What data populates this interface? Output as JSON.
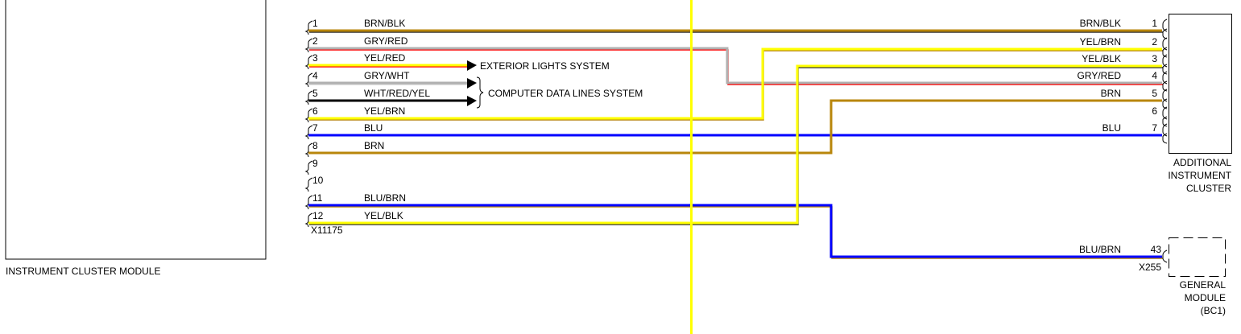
{
  "modules": {
    "instrument_cluster": {
      "label": "INSTRUMENT CLUSTER MODULE",
      "connector": "X11175"
    },
    "additional_cluster": {
      "label_lines": [
        "ADDITIONAL",
        "INSTRUMENT",
        "CLUSTER"
      ]
    },
    "general_module": {
      "label_lines": [
        "GENERAL",
        "MODULE",
        "(BC1)"
      ],
      "connector": "X255"
    }
  },
  "systems": {
    "exterior_lights": "EXTERIOR LIGHTS SYSTEM",
    "computer_data_lines": "COMPUTER DATA LINES SYSTEM"
  },
  "left_pins": [
    {
      "pin": "1",
      "wire": "BRN/BLK"
    },
    {
      "pin": "2",
      "wire": "GRY/RED"
    },
    {
      "pin": "3",
      "wire": "YEL/RED"
    },
    {
      "pin": "4",
      "wire": "GRY/WHT"
    },
    {
      "pin": "5",
      "wire": "WHT/RED/YEL"
    },
    {
      "pin": "6",
      "wire": "YEL/BRN"
    },
    {
      "pin": "7",
      "wire": "BLU"
    },
    {
      "pin": "8",
      "wire": "BRN"
    },
    {
      "pin": "9",
      "wire": ""
    },
    {
      "pin": "10",
      "wire": ""
    },
    {
      "pin": "11",
      "wire": "BLU/BRN"
    },
    {
      "pin": "12",
      "wire": "YEL/BLK"
    }
  ],
  "right_pins": [
    {
      "pin": "1",
      "wire": "BRN/BLK"
    },
    {
      "pin": "2",
      "wire": "YEL/BRN"
    },
    {
      "pin": "3",
      "wire": "YEL/BLK"
    },
    {
      "pin": "4",
      "wire": "GRY/RED"
    },
    {
      "pin": "5",
      "wire": "BRN"
    },
    {
      "pin": "6",
      "wire": ""
    },
    {
      "pin": "7",
      "wire": "BLU"
    }
  ],
  "general_pin": {
    "pin": "43",
    "wire": "BLU/BRN"
  },
  "colors": {
    "BRN": "#b8860b",
    "BLK": "#333333",
    "GRY": "#b0b0b0",
    "RED": "#ff0000",
    "YEL": "#ffff00",
    "WHT": "#d0d0d0",
    "BLU": "#0000ff",
    "cursor_line": "#ffff00"
  }
}
